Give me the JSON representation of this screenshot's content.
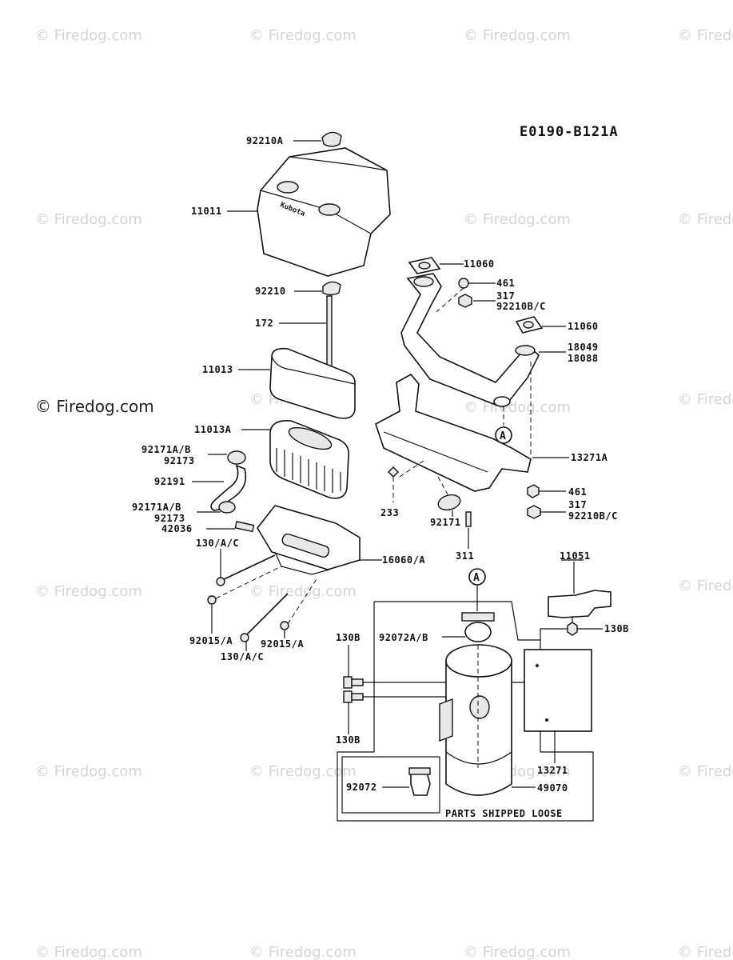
{
  "diagram_code": "E0190-B121A",
  "watermark": "© Firedog.com",
  "labels": {
    "l92210A": "92210A",
    "l11011": "11011",
    "l92210": "92210",
    "l172": "172",
    "l11013": "11013",
    "l11013A": "11013A",
    "l92171AB_1": "92171A/B",
    "l92173_1": "92173",
    "l92191": "92191",
    "l92171AB_2": "92171A/B",
    "l92173_2": "92173",
    "l42036": "42036",
    "l130AC_1": "130/A/C",
    "l16060A": "16060/A",
    "l92015A_1": "92015/A",
    "l92015A_2": "92015/A",
    "l130AC_2": "130/A/C",
    "l11060_1": "11060",
    "l461_1": "461",
    "l317_1": "317",
    "l92210BC_1": "92210B/C",
    "l11060_2": "11060",
    "l18049": "18049",
    "l18088": "18088",
    "l13271A": "13271A",
    "l233": "233",
    "l461_2": "461",
    "l317_2": "317",
    "l92210BC_2": "92210B/C",
    "l92171": "92171",
    "l311": "311",
    "l11051": "11051",
    "l130B_1": "130B",
    "l130B_2": "130B",
    "l92072AB": "92072A/B",
    "l130B_3": "130B",
    "l13271": "13271",
    "l92072": "92072",
    "l49070": "49070",
    "parts_loose": "PARTS SHIPPED LOOSE",
    "ref_A_1": "A",
    "ref_A_2": "A"
  }
}
